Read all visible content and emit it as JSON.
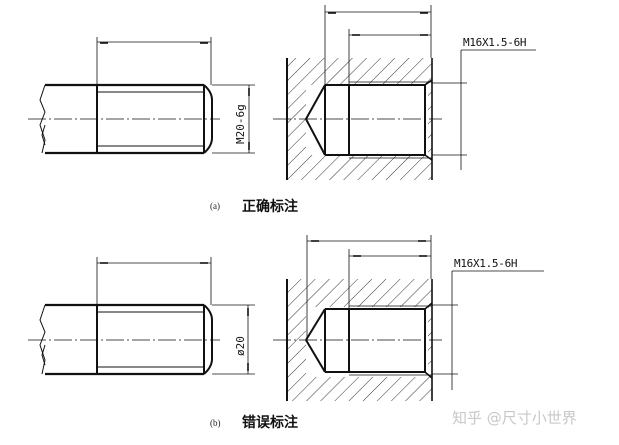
{
  "figure_a": {
    "index_label": "(a)",
    "caption": "正确标注",
    "external_thread_callout": "M20-6g",
    "internal_thread_callout": "M16X1.5-6H"
  },
  "figure_b": {
    "index_label": "(b)",
    "caption": "错误标注",
    "external_thread_callout": "ø20",
    "internal_thread_callout": "M16X1.5-6H"
  },
  "watermark": "知乎 @尺寸小世界",
  "colors": {
    "line": "#111111",
    "background": "#ffffff",
    "watermark": "#c8c8c8"
  }
}
